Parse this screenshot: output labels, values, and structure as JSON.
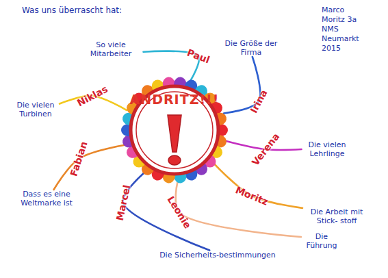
{
  "diagram": {
    "title": "Was uns überrascht hat:",
    "nodes": [
      {
        "text": [
          "ANDRITZ!!!"
        ]
      },
      {
        "text": [
          "So viele Mitarbeiter"
        ]
      },
      {
        "text": [
          "Die Größe der Firma"
        ]
      },
      {
        "text": [
          "Die vielen Turbinen"
        ]
      },
      {
        "text": [
          "Die vielen Lehrlinge"
        ]
      },
      {
        "text": [
          "Dass es eine Weltmarke ist"
        ]
      },
      {
        "text": [
          "Die Arbeit mit Stick- stoff"
        ]
      },
      {
        "text": [
          "Die Führung"
        ]
      },
      {
        "text": [
          "Die Sicherheits-bestimmungen"
        ]
      }
    ],
    "edges": [
      {
        "from": 0,
        "to": 1,
        "arrow": "none",
        "label": "Paul"
      },
      {
        "from": 0,
        "to": 2,
        "arrow": "none",
        "label": "Irina"
      },
      {
        "from": 0,
        "to": 3,
        "arrow": "none",
        "label": "Niklas"
      },
      {
        "from": 0,
        "to": 4,
        "arrow": "none",
        "label": "Verena"
      },
      {
        "from": 0,
        "to": 5,
        "arrow": "none",
        "label": "Fabian"
      },
      {
        "from": 0,
        "to": 6,
        "arrow": "none",
        "label": "Moritz"
      },
      {
        "from": 0,
        "to": 7,
        "arrow": "none",
        "label": "Leonie"
      },
      {
        "from": 0,
        "to": 8,
        "arrow": "none",
        "label": "Marcel"
      }
    ],
    "labels": [
      "Marco Moritz 3a NMS Neumarkt 2015"
    ]
  }
}
